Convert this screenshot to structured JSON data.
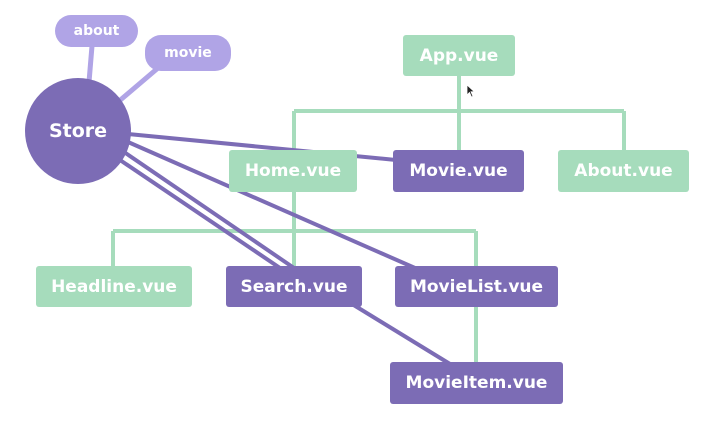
{
  "store": {
    "label": "Store"
  },
  "state": [
    {
      "label": "about"
    },
    {
      "label": "movie"
    }
  ],
  "components": {
    "app": "App.vue",
    "home": "Home.vue",
    "movie": "Movie.vue",
    "about": "About.vue",
    "headline": "Headline.vue",
    "search": "Search.vue",
    "movielist": "MovieList.vue",
    "movieitem": "MovieItem.vue"
  },
  "colors": {
    "component": "#a6dcbc",
    "store_connected": "#7c6cb5",
    "state_pill": "#b0a4e6",
    "tree_line": "#a6dcbc",
    "store_line": "#7c6cb5"
  }
}
